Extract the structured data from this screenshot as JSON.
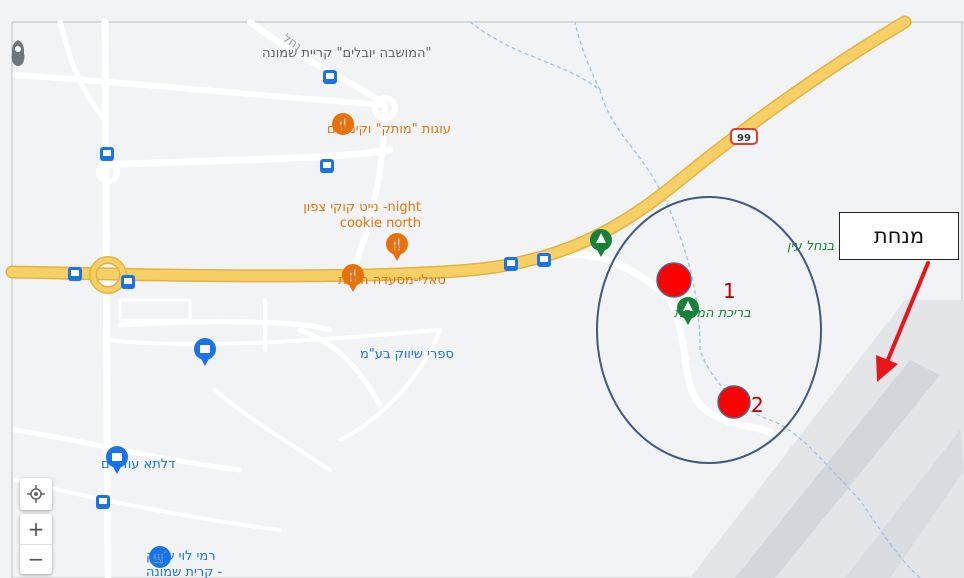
{
  "map": {
    "places": {
      "moshava": "\"המושבה יובלים\" קריית שמונה",
      "bakery": "עוגות \"מותק\" וקינוחים",
      "cookie_line1": "נייט קוקי צפון -night",
      "cookie_line2": "cookie north",
      "restaurant": "טאלי-מסעדה הודית",
      "marketing": "ספרי שיווק בע\"מ",
      "delta": "דלתא עודפים",
      "rami_line1": "רמי לוי שיווק",
      "rami_line2": "- קרית שמונה",
      "park": "פארק המטוס בנחל עין",
      "pool": "בריכת המנחת",
      "road_top": "נחל"
    },
    "road_shield": "99",
    "markers": [
      {
        "label": "1"
      },
      {
        "label": "2"
      }
    ],
    "callout": "מנחת",
    "controls": {
      "locate_icon": "crosshair-icon",
      "zoom_in": "+",
      "zoom_out": "−"
    },
    "colors": {
      "highway": "#f6cf65",
      "highway_edge": "#e3b245",
      "background": "#f1f3f4",
      "local_road": "#ffffff",
      "runway": "#dadce0",
      "poi_orange": "#e8710a",
      "poi_blue": "#1a73e8",
      "poi_green": "#188038",
      "marker_red": "#ff0000",
      "circle": "#3d5a80",
      "arrow": "#e8161a",
      "number_text": "#c00000"
    }
  }
}
